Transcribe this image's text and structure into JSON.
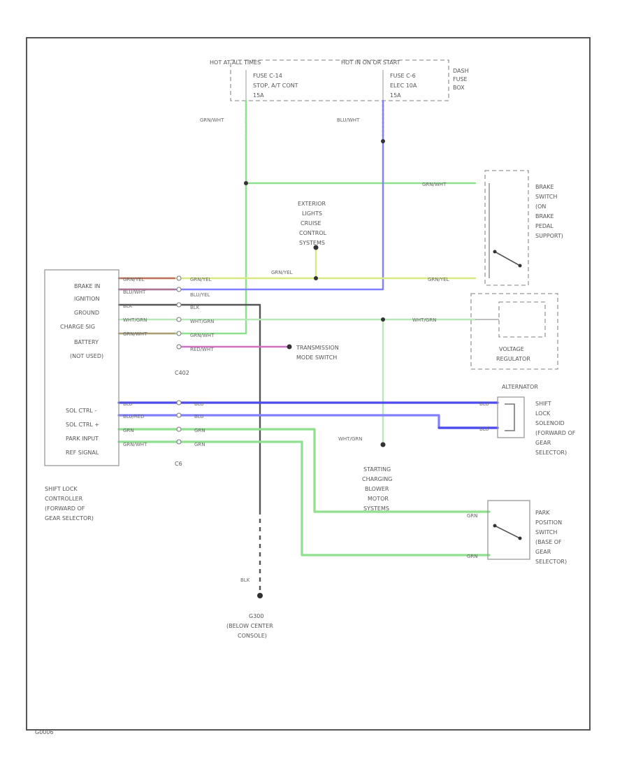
{
  "fuse_box": {
    "feed_left": "HOT AT ALL TIMES",
    "feed_right": "HOT IN ON OR START",
    "fuse_left": [
      "FUSE C-14",
      "STOP, A/T CONT",
      "15A"
    ],
    "fuse_right": [
      "FUSE C-6",
      "ELEC 10A",
      "15A"
    ],
    "box_label": [
      "DASH",
      "FUSE",
      "BOX"
    ]
  },
  "brake_switch": [
    "BRAKE",
    "SWITCH",
    "(ON",
    "BRAKE",
    "PEDAL",
    "SUPPORT)"
  ],
  "exterior_lights": [
    "EXTERIOR",
    "LIGHTS",
    "CRUISE",
    "CONTROL",
    "SYSTEMS"
  ],
  "voltage_regulator": [
    "VOLTAGE",
    "REGULATOR"
  ],
  "alternator": "ALTERNATOR",
  "transmission_switch": [
    "TRANSMISSION",
    "MODE SWITCH"
  ],
  "shift_lock_solenoid": [
    "SHIFT",
    "LOCK",
    "SOLENOID",
    "(FORWARD OF",
    "GEAR",
    "SELECTOR)"
  ],
  "controller": {
    "pins": [
      "BRAKE IN",
      "IGNITION",
      "GROUND",
      "CHARGE SIG",
      "BATTERY",
      "(NOT USED)",
      "SOL CTRL -",
      "SOL CTRL +",
      "PARK INPUT",
      "REF SIGNAL"
    ],
    "title": [
      "SHIFT LOCK",
      "CONTROLLER",
      "(FORWARD OF",
      "GEAR SELECTOR)"
    ],
    "connector_1": "C402",
    "connector_2": "C6"
  },
  "starting_systems": [
    "STARTING",
    "CHARGING",
    "BLOWER",
    "MOTOR",
    "SYSTEMS"
  ],
  "park_switch": [
    "PARK",
    "POSITION",
    "SWITCH",
    "(BASE OF",
    "GEAR",
    "SELECTOR)"
  ],
  "ground": [
    "G300",
    "(BELOW CENTER",
    "CONSOLE)"
  ],
  "wire_labels": {
    "grn_wht": "GRN/WHT",
    "blu_wht": "BLU/WHT",
    "grn_yel": "GRN/YEL",
    "blu_yel": "BLU/YEL",
    "blk": "BLK",
    "wht_grn": "WHT/GRN",
    "red_wht": "RED/WHT",
    "blu": "BLU",
    "grn": "GRN",
    "blu_red": "BLU/RED",
    "grn_wht_2": "GRN/WHT"
  },
  "footer_code": "G0006",
  "colors": {
    "green": "#8ee08e",
    "blue": "#8080ff",
    "blue_dark": "#4a4aee",
    "yellow_green": "#d8e880",
    "red_brown": "#c07060",
    "pink": "#d070c0",
    "black": "#333333",
    "gray": "#999999"
  }
}
